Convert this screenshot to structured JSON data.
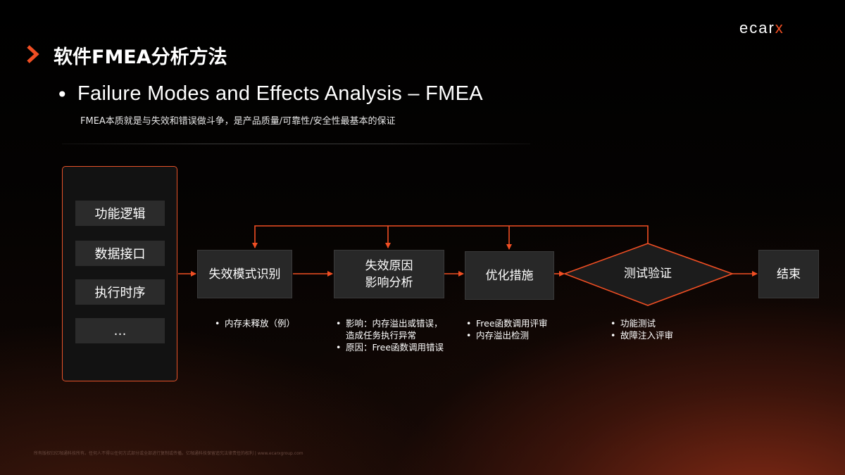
{
  "brand": {
    "logo_main": "ecar",
    "logo_x": "x",
    "accent_color": "#f04e23"
  },
  "title": "软件FMEA分析方法",
  "heading": "Failure Modes and Effects Analysis – FMEA",
  "subtitle": "FMEA本质就是与失效和错误做斗争，是产品质量/可靠性/安全性最基本的保证",
  "inputs": [
    "功能逻辑",
    "数据接口",
    "执行时序",
    "…"
  ],
  "steps": {
    "failure_mode": "失效模式识别",
    "cause_line1": "失效原因",
    "cause_line2": "影响分析",
    "optimize": "优化措施",
    "verify": "测试验证",
    "end": "结束"
  },
  "notes": {
    "failure_mode": [
      "内存未释放（例）"
    ],
    "cause": [
      "影响：内存溢出或错误，",
      "造成任务执行异常",
      "原因：Free函数调用错误"
    ],
    "optimize": [
      "Free函数调用评审",
      "内存溢出检测"
    ],
    "verify": [
      "功能测试",
      "故障注入评审"
    ]
  },
  "footer": "所有版权归亿咖通科技所有。任何人不得以任何方式部分或全部进行复制或传播。亿咖通科技保留追究法律责任的权利 | www.ecarxgroup.com"
}
